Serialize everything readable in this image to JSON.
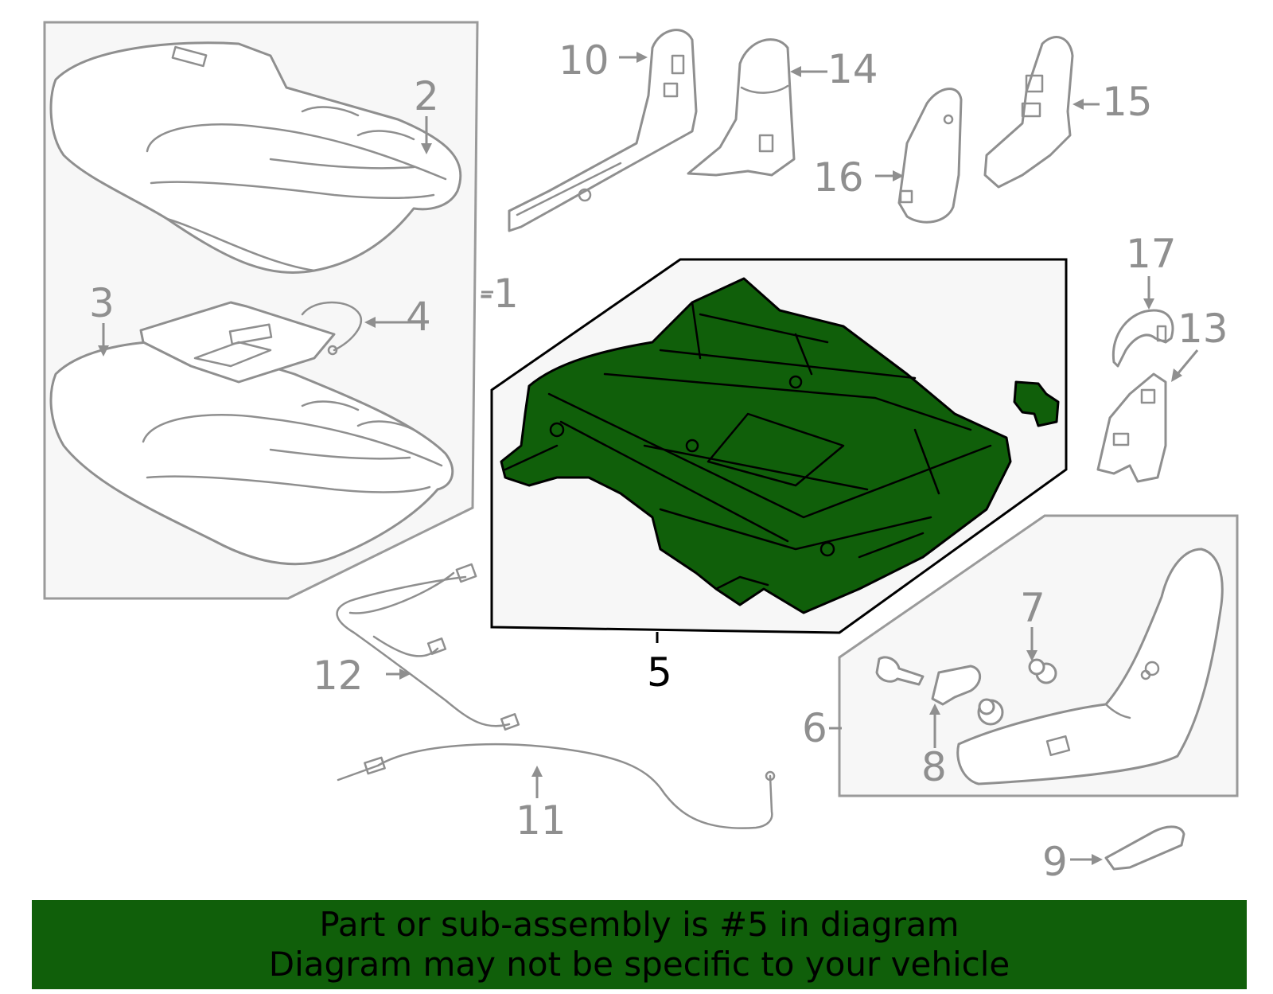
{
  "diagram": {
    "callouts": [
      {
        "id": "1",
        "label": "-1"
      },
      {
        "id": "2",
        "label": "2"
      },
      {
        "id": "3",
        "label": "3"
      },
      {
        "id": "4",
        "label": "4"
      },
      {
        "id": "5",
        "label": "5"
      },
      {
        "id": "6",
        "label": "6"
      },
      {
        "id": "7",
        "label": "7"
      },
      {
        "id": "8",
        "label": "8"
      },
      {
        "id": "9",
        "label": "9"
      },
      {
        "id": "10",
        "label": "10"
      },
      {
        "id": "11",
        "label": "11"
      },
      {
        "id": "12",
        "label": "12"
      },
      {
        "id": "13",
        "label": "13"
      },
      {
        "id": "14",
        "label": "14"
      },
      {
        "id": "15",
        "label": "15"
      },
      {
        "id": "16",
        "label": "16"
      },
      {
        "id": "17",
        "label": "17"
      }
    ],
    "highlighted_part": "5",
    "colors": {
      "highlight": "#105f0a",
      "line_art": "#8f8f8f",
      "frame_fill": "#f7f7f7",
      "banner": "#105f0a"
    }
  },
  "banner": {
    "line1": "Part or sub-assembly is #5 in diagram",
    "line2": "Diagram may not be specific to your vehicle"
  }
}
